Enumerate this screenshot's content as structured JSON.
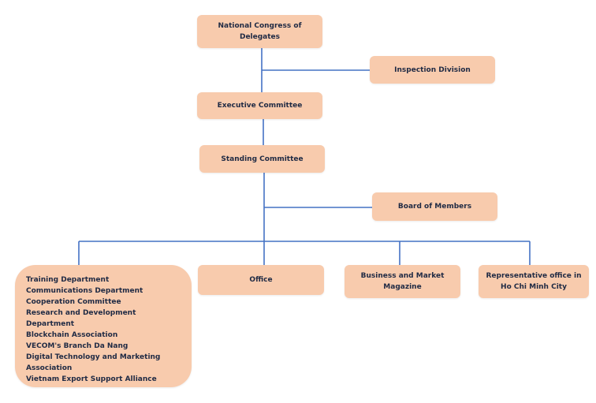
{
  "nodes": {
    "congress": "National Congress of Delegates",
    "inspection": "Inspection Division",
    "executive": "Executive Committee",
    "standing": "Standing Committee",
    "board": "Board of Members",
    "office": "Office",
    "magazine": "Business and Market Magazine",
    "hcmc": "Representative office in Ho Chi Minh City"
  },
  "departments": [
    "Training Department",
    "Communications Department",
    "Cooperation Committee",
    "Research and Development Department",
    "Blockchain Association",
    "VECOM's Branch Da Nang",
    "Digital Technology and Marketing Association",
    "Vietnam Export Support Alliance"
  ],
  "colors": {
    "box_fill": "#f8cbad",
    "connector": "#4472c4",
    "text": "#1f2a44"
  }
}
